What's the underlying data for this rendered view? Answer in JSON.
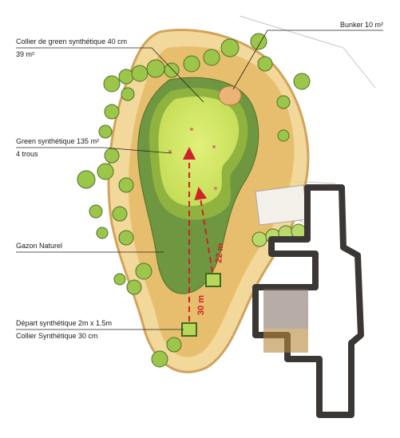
{
  "labels": {
    "collar": "Collier de green synthétique 40 cm",
    "collar_area": "39 m²",
    "green": "Green synthétique 135 m²",
    "green_holes": "4 trous",
    "grass": "Gazon Naturel",
    "tee": "Départ  synthétique 2m x 1.5m",
    "tee_collar": "Collier Synthétique 30 cm",
    "bunker": "Bunker 10 m²"
  },
  "distances": {
    "long": "30 m",
    "short": "22 m"
  },
  "colors": {
    "green": "#cbe35c",
    "collar": "#8fb33e",
    "fairway": "#6f9640",
    "tee": "#b8d65a",
    "bunker": "#e9b476",
    "rough": "#d69a45",
    "trees": "#9cc64a",
    "building": "#4a4644",
    "arrow": "#d0202a"
  }
}
